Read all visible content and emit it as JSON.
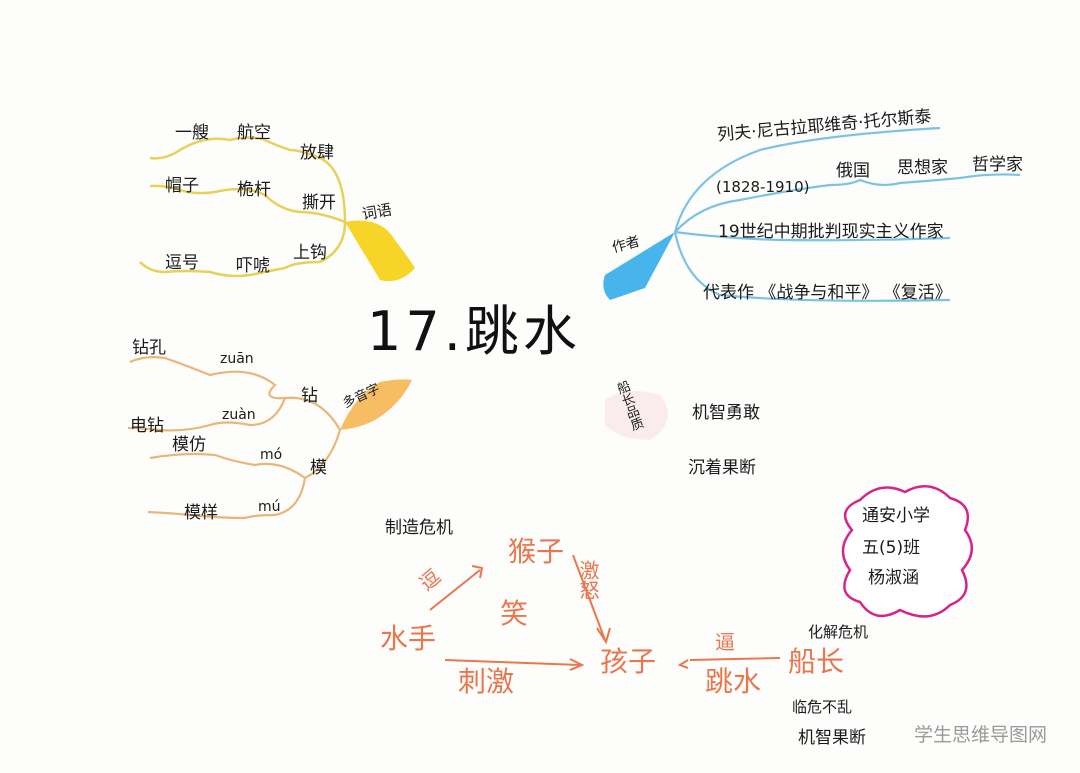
{
  "title": "17.跳水",
  "branches": {
    "vocabulary": {
      "label": "词语",
      "color": "#f5d21e",
      "rows": [
        [
          "一艘",
          "航空",
          "放肆"
        ],
        [
          "帽子",
          "桅杆",
          "撕开"
        ],
        [
          "逗号",
          "吓唬",
          "上钩"
        ]
      ]
    },
    "author": {
      "label": "作者",
      "color": "#3fb0e8",
      "items": [
        "列夫·尼古拉耶维奇·托尔斯泰",
        "(1828-1910)",
        "俄国",
        "思想家",
        "哲学家",
        "19世纪中期批判现实主义作家",
        "代表作 《战争与和平》 《复活》"
      ]
    },
    "polyphonic": {
      "label": "多音字",
      "color": "#f3b55a",
      "chars": [
        {
          "char": "钻",
          "readings": [
            {
              "pinyin": "zuān",
              "word": "钻孔"
            },
            {
              "pinyin": "zuàn",
              "word": "电钻"
            }
          ]
        },
        {
          "char": "模",
          "readings": [
            {
              "pinyin": "mó",
              "word": "模仿"
            },
            {
              "pinyin": "mú",
              "word": "模样"
            }
          ]
        }
      ]
    },
    "captain": {
      "label": "船长品质",
      "color": "#f4b6b0",
      "items": [
        "机智勇敢",
        "沉着果断"
      ]
    }
  },
  "plot": {
    "color": "#e8764e",
    "create_crisis": "制造危机",
    "nodes": {
      "sailors": "水手",
      "monkey": "猴子",
      "boy": "孩子",
      "captain": "船长",
      "laugh": "笑"
    },
    "edges": {
      "tease": "逗",
      "provoke": "激怒",
      "stimulate": "刺激",
      "force": "逼",
      "jump": "跳水"
    },
    "resolve_crisis": "化解危机",
    "captain_traits": [
      "临危不乱",
      "机智果断"
    ]
  },
  "signature": {
    "school": "通安小学",
    "class": "五(5)班",
    "name": "杨淑涵",
    "border_color": "#d6258a"
  },
  "watermark": "学生思维导图网"
}
